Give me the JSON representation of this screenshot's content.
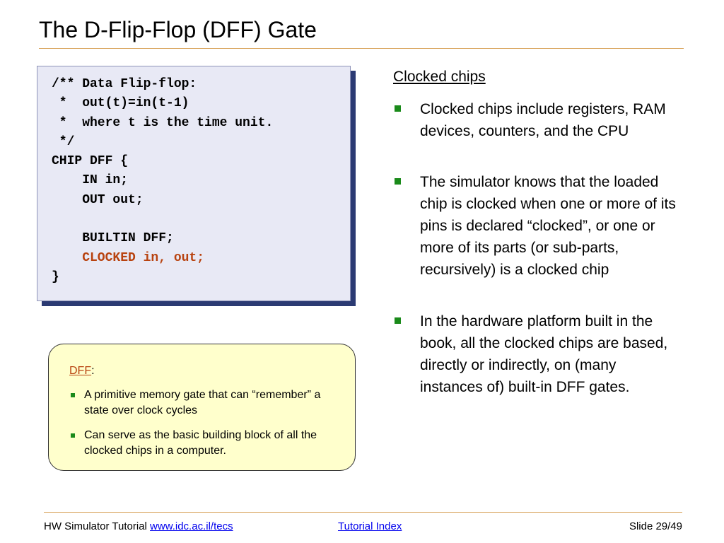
{
  "slide": {
    "title": "The D-Flip-Flop (DFF) Gate"
  },
  "code": {
    "lines": [
      "/** Data Flip-flop:",
      " *  out(t)=in(t-1)",
      " *  where t is the time unit.",
      " */",
      "CHIP DFF {",
      "    IN in;",
      "    OUT out;",
      "",
      "    BUILTIN DFF;",
      "    CLOCKED in, out;",
      "}"
    ]
  },
  "info_box": {
    "term": "DFF",
    "colon": ":",
    "items": [
      "A primitive memory gate that can “remember” a state over clock cycles",
      "Can serve as the basic building block of all the clocked chips in a computer."
    ]
  },
  "right": {
    "heading": "Clocked chips",
    "items": [
      "Clocked chips include registers, RAM devices, counters, and the CPU",
      "The simulator knows that the loaded chip is clocked when one or more of its pins is declared “clocked”, or one or more of its parts (or sub-parts, recursively) is a clocked chip",
      "In the hardware platform built in the book, all the clocked chips are based, directly or indirectly, on (many instances of) built-in DFF gates."
    ]
  },
  "footer": {
    "course": "HW Simulator Tutorial",
    "link_url_text": "www.idc.ac.il/tecs",
    "index_link": "Tutorial Index",
    "slide_number": "Slide 29/49"
  },
  "colors": {
    "accent_rule": "#d8a35a",
    "code_highlight": "#b8420f",
    "bullet_green": "#1a8a1a",
    "code_bg": "#e8e9f5",
    "code_shadow": "#2b3a73",
    "info_bg": "#ffffcc"
  }
}
